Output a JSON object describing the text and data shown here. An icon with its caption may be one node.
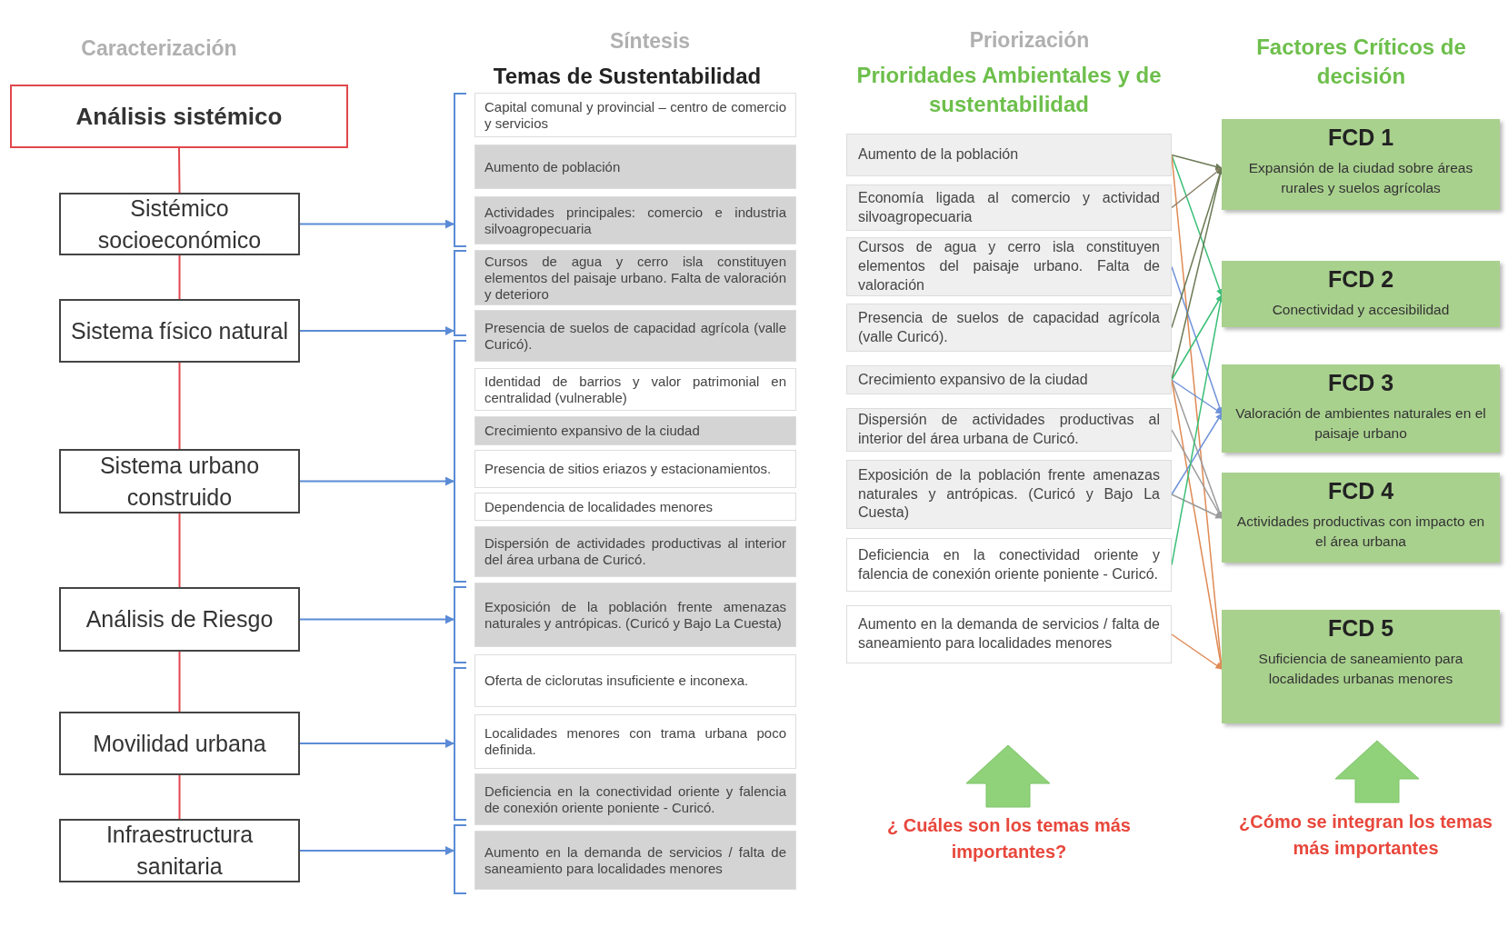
{
  "diagram": {
    "nodes": [
      {
        "text": [
          "Análisis sistémico"
        ]
      },
      {
        "text": [
          "Sistémico socioeconómico"
        ]
      },
      {
        "text": [
          "Sistema físico natural"
        ]
      },
      {
        "text": [
          "Sistema urbano construido"
        ]
      },
      {
        "text": [
          "Análisis de Riesgo"
        ]
      },
      {
        "text": [
          "Movilidad urbana"
        ]
      },
      {
        "text": [
          "Infraestructura sanitaria"
        ]
      },
      {
        "text": [],
        "shape": "bracket"
      },
      {
        "text": [],
        "shape": "bracket"
      },
      {
        "text": [],
        "shape": "bracket"
      },
      {
        "text": [],
        "shape": "bracket"
      },
      {
        "text": [],
        "shape": "bracket"
      },
      {
        "text": [],
        "shape": "bracket"
      },
      {
        "text": [
          "Capital comunal y provincial – centro de comercio y servicios"
        ]
      },
      {
        "text": [
          "Aumento de población"
        ]
      },
      {
        "text": [
          "Actividades principales: comercio e industria silvoagropecuaria"
        ]
      },
      {
        "text": [
          "Cursos de agua y cerro isla constituyen elementos del paisaje urbano. Falta de valoración y deterioro"
        ]
      },
      {
        "text": [
          "Presencia de suelos de capacidad agrícola (valle Curicó)."
        ]
      },
      {
        "text": [
          "Identidad de barrios y valor patrimonial en centralidad (vulnerable)"
        ]
      },
      {
        "text": [
          "Crecimiento expansivo de la ciudad"
        ]
      },
      {
        "text": [
          "Presencia de sitios eriazos y estacionamientos."
        ]
      },
      {
        "text": [
          "Dependencia de localidades menores"
        ]
      },
      {
        "text": [
          "Dispersión de actividades productivas al interior del área urbana de Curicó."
        ]
      },
      {
        "text": [
          "Exposición de la población frente amenazas naturales y antrópicas. (Curicó y Bajo La Cuesta)"
        ]
      },
      {
        "text": [
          "Oferta de ciclorutas insuficiente e inconexa."
        ]
      },
      {
        "text": [
          "Localidades menores con trama urbana poco definida."
        ]
      },
      {
        "text": [
          "Deficiencia en la conectividad oriente y falencia de conexión oriente poniente - Curicó."
        ]
      },
      {
        "text": [
          "Aumento en la demanda de servicios / falta de saneamiento para localidades menores"
        ]
      },
      {
        "text": [
          "Aumento de la población"
        ]
      },
      {
        "text": [
          "Economía ligada al comercio y actividad silvoagropecuaria"
        ]
      },
      {
        "text": [
          "Cursos de agua y cerro isla constituyen elementos del paisaje urbano. Falta de valoración"
        ]
      },
      {
        "text": [
          "Presencia de suelos de capacidad agrícola (valle Curicó)."
        ]
      },
      {
        "text": [
          "Crecimiento expansivo de la ciudad"
        ]
      },
      {
        "text": [
          "Dispersión de actividades productivas al interior del área urbana de Curicó."
        ]
      },
      {
        "text": [
          "Exposición de la población frente amenazas naturales y antrópicas. (Curicó y Bajo La Cuesta)"
        ]
      },
      {
        "text": [
          "Deficiencia en la conectividad oriente y falencia de conexión oriente poniente - Curicó."
        ]
      },
      {
        "text": [
          "Aumento en la demanda de servicios / falta de saneamiento para localidades menores"
        ]
      },
      {
        "text": [
          "FCD 1",
          "Expansión de la ciudad sobre áreas rurales y suelos agrícolas"
        ]
      },
      {
        "text": [
          "FCD 2",
          "Conectividad y accesibilidad"
        ]
      },
      {
        "text": [
          "FCD 3",
          "Valoración de ambientes naturales en el paisaje urbano"
        ]
      },
      {
        "text": [
          "FCD 4",
          "Actividades productivas con impacto en el área urbana"
        ]
      },
      {
        "text": [
          "FCD 5",
          "Suficiencia de saneamiento para localidades urbanas menores"
        ]
      }
    ],
    "edges": [
      {
        "from": 0,
        "to": 1,
        "arrow": "none",
        "color": "#e0474c"
      },
      {
        "from": 1,
        "to": 2,
        "arrow": "none",
        "color": "#e0474c"
      },
      {
        "from": 2,
        "to": 3,
        "arrow": "none",
        "color": "#e0474c"
      },
      {
        "from": 3,
        "to": 4,
        "arrow": "none",
        "color": "#e0474c"
      },
      {
        "from": 4,
        "to": 5,
        "arrow": "none",
        "color": "#e0474c"
      },
      {
        "from": 5,
        "to": 6,
        "arrow": "none",
        "color": "#e0474c"
      },
      {
        "from": 1,
        "to": 7,
        "arrow": "to",
        "color": "#5b8bd6"
      },
      {
        "from": 2,
        "to": 8,
        "arrow": "to",
        "color": "#5b8bd6"
      },
      {
        "from": 3,
        "to": 9,
        "arrow": "to",
        "color": "#5b8bd6"
      },
      {
        "from": 4,
        "to": 10,
        "arrow": "to",
        "color": "#5b8bd6"
      },
      {
        "from": 5,
        "to": 11,
        "arrow": "to",
        "color": "#5b8bd6"
      },
      {
        "from": 6,
        "to": 12,
        "arrow": "to",
        "color": "#5b8bd6"
      },
      {
        "from": 28,
        "to": 37,
        "arrow": "to",
        "color": "#6b7a55"
      },
      {
        "from": 28,
        "to": 38,
        "arrow": "to",
        "color": "#3cbf78"
      },
      {
        "from": 28,
        "to": 41,
        "arrow": "to",
        "color": "#e08a55"
      },
      {
        "from": 29,
        "to": 37,
        "arrow": "to",
        "color": "#8a7f68"
      },
      {
        "from": 30,
        "to": 39,
        "arrow": "to",
        "color": "#6f92d8"
      },
      {
        "from": 31,
        "to": 37,
        "arrow": "to",
        "color": "#6b7a55"
      },
      {
        "from": 32,
        "to": 37,
        "arrow": "to",
        "color": "#6b7a55"
      },
      {
        "from": 32,
        "to": 38,
        "arrow": "to",
        "color": "#3cbf78"
      },
      {
        "from": 32,
        "to": 39,
        "arrow": "to",
        "color": "#6f92d8"
      },
      {
        "from": 32,
        "to": 40,
        "arrow": "to",
        "color": "#9c9c9c"
      },
      {
        "from": 32,
        "to": 41,
        "arrow": "to",
        "color": "#e08a55"
      },
      {
        "from": 33,
        "to": 40,
        "arrow": "to",
        "color": "#9c9c9c"
      },
      {
        "from": 34,
        "to": 39,
        "arrow": "to",
        "color": "#6f92d8"
      },
      {
        "from": 34,
        "to": 40,
        "arrow": "to",
        "color": "#9c9c9c"
      },
      {
        "from": 35,
        "to": 38,
        "arrow": "to",
        "color": "#3cbf78"
      },
      {
        "from": 36,
        "to": 41,
        "arrow": "to",
        "color": "#e08a55"
      }
    ],
    "labels": [
      "Caracterización",
      "Síntesis",
      "Temas de Sustentabilidad",
      "Priorización",
      "Prioridades Ambientales y de sustentabilidad",
      "Factores Críticos de decisión",
      "¿ Cuáles son los temas más importantes?",
      "¿Cómo se integran los temas más importantes"
    ]
  }
}
